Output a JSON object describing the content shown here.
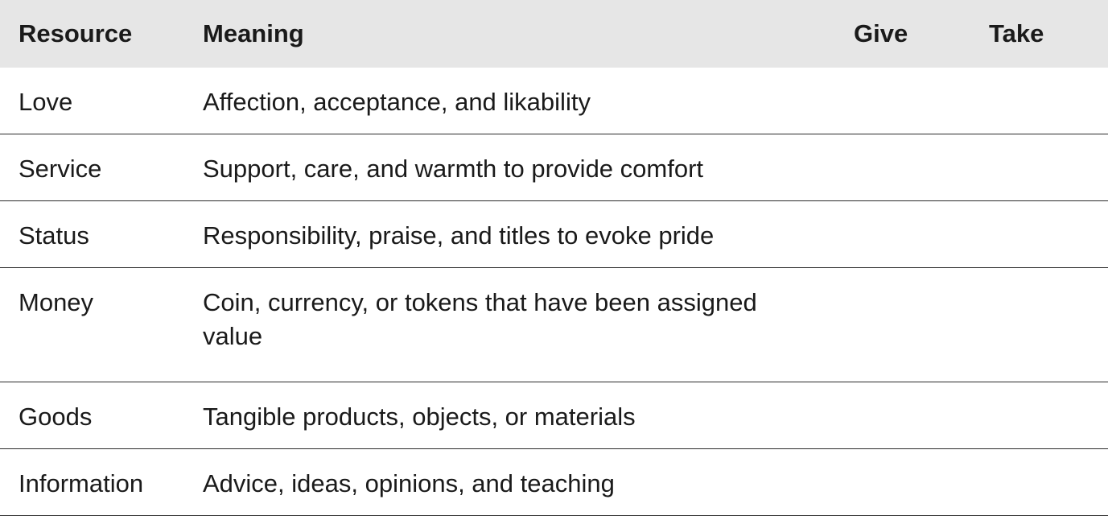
{
  "table": {
    "headers": {
      "resource": "Resource",
      "meaning": "Meaning",
      "give": "Give",
      "take": "Take"
    },
    "rows": [
      {
        "resource": "Love",
        "meaning": "Affection, acceptance, and likability",
        "give": "",
        "take": ""
      },
      {
        "resource": "Service",
        "meaning": "Support, care, and warmth to provide comfort",
        "give": "",
        "take": ""
      },
      {
        "resource": "Status",
        "meaning": "Responsibility, praise, and titles to evoke pride",
        "give": "",
        "take": ""
      },
      {
        "resource": "Money",
        "meaning": "Coin, currency, or tokens that have been assigned value",
        "give": "",
        "take": ""
      },
      {
        "resource": "Goods",
        "meaning": "Tangible products, objects, or materials",
        "give": "",
        "take": ""
      },
      {
        "resource": "Information",
        "meaning": "Advice, ideas, opinions, and teaching",
        "give": "",
        "take": ""
      }
    ]
  },
  "colors": {
    "header_background": "#e6e6e6",
    "rule": "#2b2b2b",
    "text": "#1a1a1a"
  }
}
